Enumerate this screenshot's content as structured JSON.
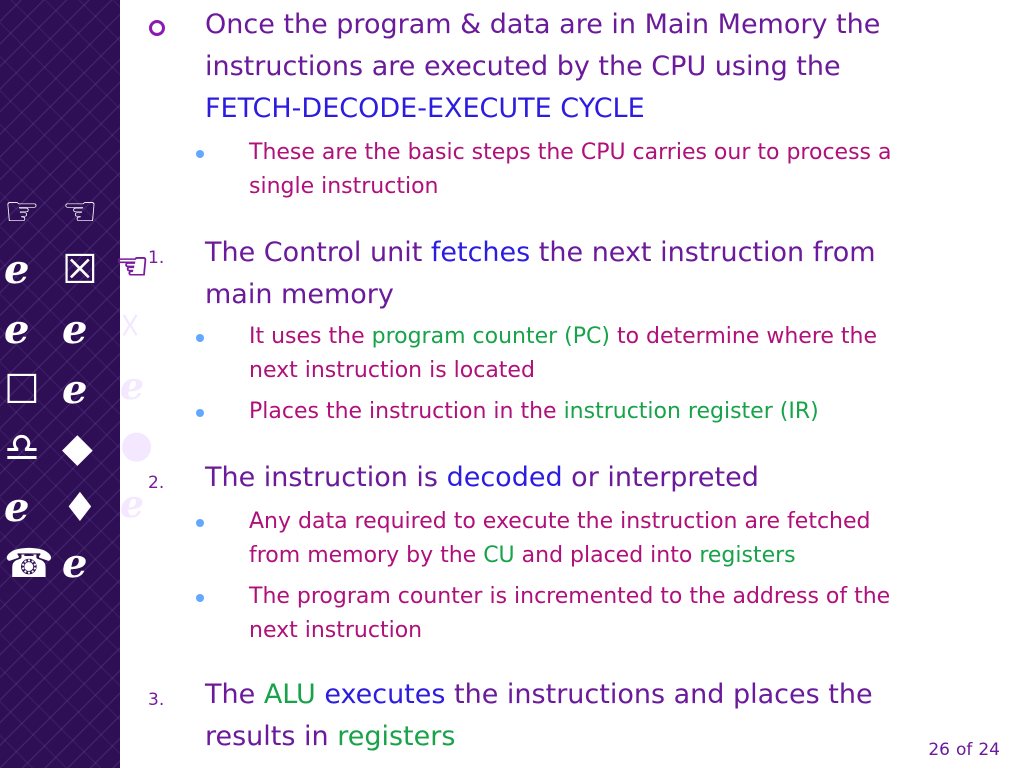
{
  "sidebar": {
    "glyphs": [
      "☞",
      "☜",
      "ℯ",
      "☒",
      "ℯ",
      "ℯ",
      "☐",
      "ℯ",
      "♎",
      "◆",
      "ℯ",
      "♦",
      "☎",
      "ℯ"
    ],
    "outline_glyphs": [
      "☜",
      "☓",
      "ℯ",
      "●",
      "ℯ"
    ]
  },
  "intro": {
    "line1": "Once the program & data are in Main Memory the",
    "line2": "instructions are executed by the CPU using the",
    "line3": "FETCH-DECODE-EXECUTE CYCLE",
    "sub1": "These are the basic steps the CPU carries our to process a",
    "sub2": "single instruction"
  },
  "step1": {
    "num": "1.",
    "a": "The Control unit ",
    "b": "fetches",
    "c": " the next instruction from",
    "d": "main memory",
    "sub1a": "It uses the ",
    "sub1b": "program counter (PC)",
    "sub1c": " to determine where the",
    "sub1d": "next instruction is located",
    "sub2a": "Places the instruction in the ",
    "sub2b": "instruction register (IR)"
  },
  "step2": {
    "num": "2.",
    "a": "The instruction is ",
    "b": "decoded",
    "c": " or interpreted",
    "sub1a": "Any data required to execute the instruction are fetched",
    "sub1b": "from memory by the ",
    "sub1c": "CU",
    "sub1d": " and placed into ",
    "sub1e": "registers",
    "sub2a": "The program counter is incremented to the address of the",
    "sub2b": "next instruction"
  },
  "step3": {
    "num": "3.",
    "a": "The ",
    "b": "ALU",
    "c": " executes",
    "d": " the instructions and places the",
    "e": "results in ",
    "f": "registers"
  },
  "footer": {
    "current": "26",
    "of": "of",
    "total": "24"
  },
  "colors": {
    "sidebar": "#2e0f55",
    "heading": "#6a1a9a",
    "sub": "#b0107a",
    "keyword_blue": "#2b1ce0",
    "keyword_green": "#18a34a",
    "bullet_dot": "#63a8ff"
  }
}
